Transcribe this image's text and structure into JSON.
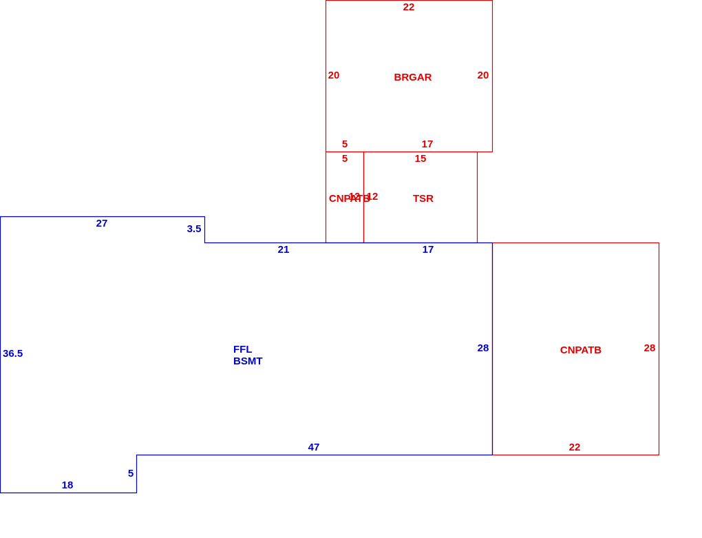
{
  "colors": {
    "attached_structure": "#e00000",
    "main_dwelling": "#0000cc"
  },
  "areas": {
    "brgar": {
      "name": "BRGAR",
      "top": "22",
      "left": "20",
      "right": "20",
      "bottom_left": "5",
      "bottom_right": "17"
    },
    "cnpatb_small": {
      "name": "CNPATB",
      "top": "5",
      "left": "12",
      "right": "12"
    },
    "tsr": {
      "name": "TSR",
      "top": "15"
    },
    "cnpatb_right": {
      "name": "CNPATB",
      "right": "28",
      "bottom": "22"
    },
    "main": {
      "name_line1": "FFL",
      "name_line2": "BSMT",
      "top": "27",
      "step": "3.5",
      "top_mid": "21",
      "top_right": "17",
      "left": "36.5",
      "right": "28",
      "bottom": "47",
      "step_bottom": "5",
      "bottom_left": "18"
    }
  }
}
